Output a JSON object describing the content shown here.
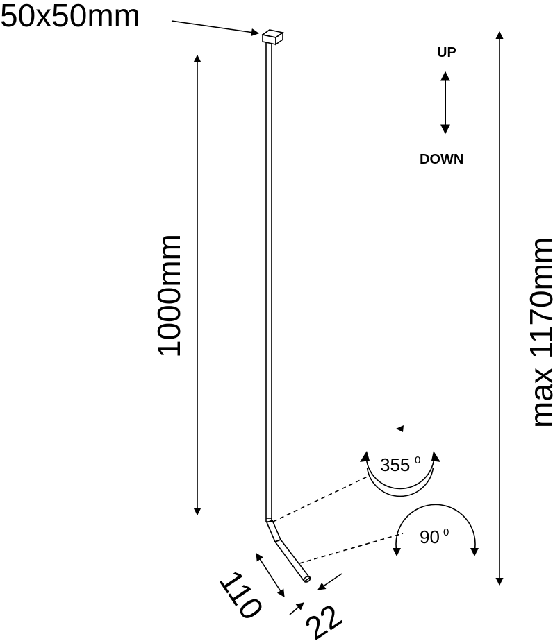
{
  "labels": {
    "mount_size": "50x50mm",
    "rod_length": "1000mm",
    "max_height": "max 1170mm",
    "direction_up": "UP",
    "direction_down": "DOWN",
    "rotation_value": "355",
    "rotation_unit": "0",
    "tilt_value": "90",
    "tilt_unit": "0",
    "head_length": "110",
    "head_diameter": "22"
  }
}
